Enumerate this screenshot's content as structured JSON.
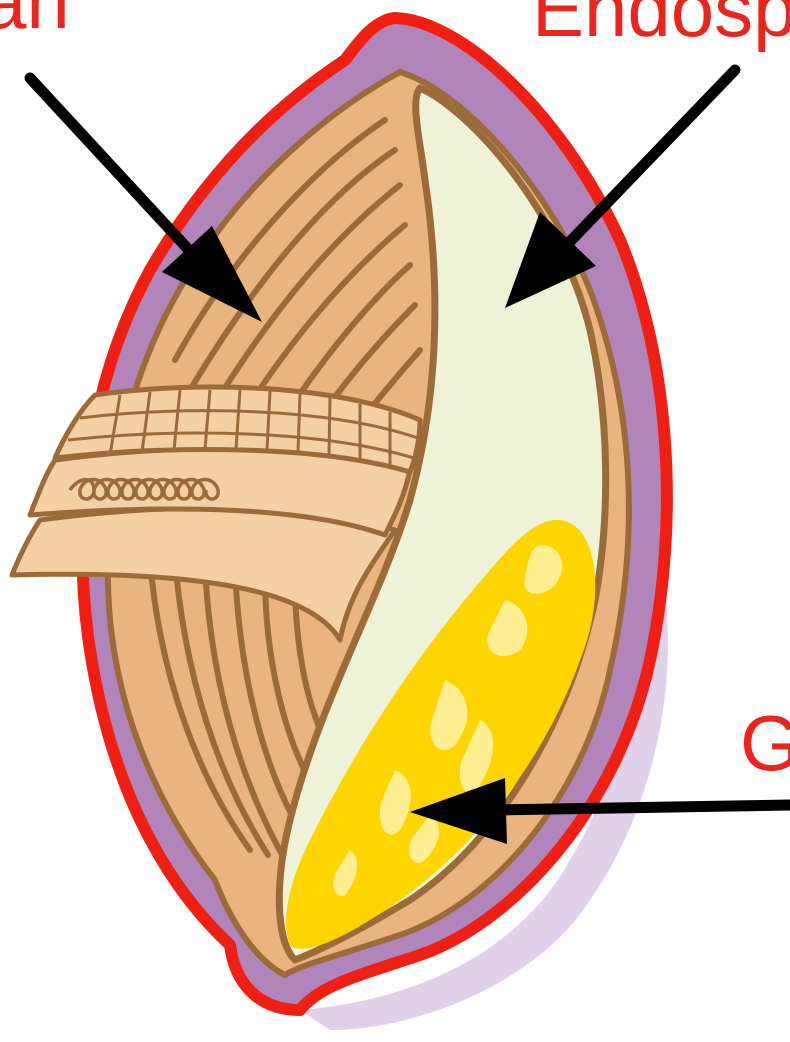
{
  "diagram": {
    "colors": {
      "label_text": "#e8261e",
      "outline_red": "#f01f14",
      "husk_purple": "#b185ba",
      "shadow_lavender": "#dcc8e6",
      "bran_tan": "#e9b47f",
      "bran_stroke": "#9c6b3a",
      "endosperm_cream": "#eef2d6",
      "germ_yellow": "#ffd500",
      "germ_highlight": "#fff09a",
      "layer_beige": "#f4d0a2",
      "arrow_black": "#000000"
    },
    "labels": {
      "bran": "Bran",
      "endosperm": "Endosperm",
      "germ": "Germ"
    }
  }
}
